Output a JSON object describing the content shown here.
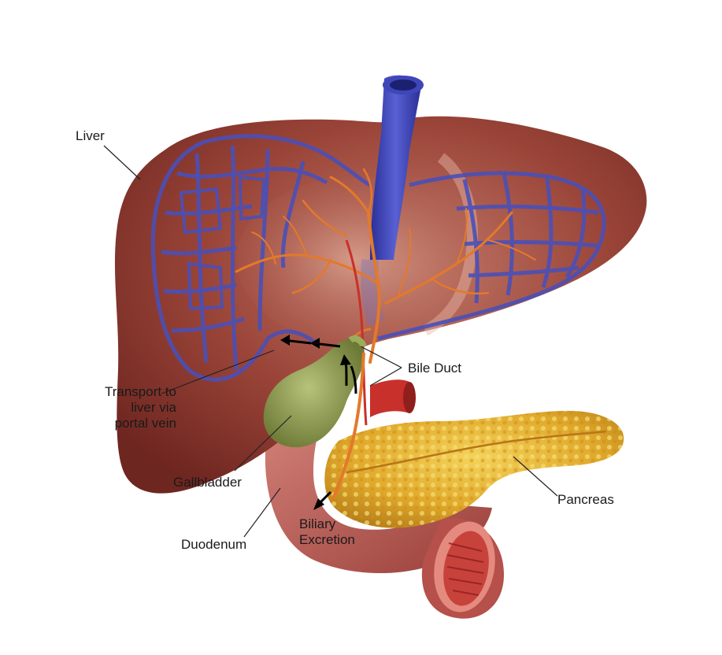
{
  "colors": {
    "liver": "#8f3a33",
    "liver_highlight": "#c26a5c",
    "portal_vein": "#4a50b8",
    "vena_cava": "#2f36a8",
    "bile_duct": "#e3792a",
    "gallbladder": "#8a9a4c",
    "pancreas": "#e0a82a",
    "duodenum": "#b85a55",
    "artery": "#c8302c",
    "leader_line": "#222222",
    "arrow": "#000000"
  },
  "labels": {
    "liver": "Liver",
    "bile_duct": "Bile Duct",
    "transport": [
      "Transport to",
      "liver via",
      "portal vein"
    ],
    "gallbladder": "Gallbladder",
    "pancreas": "Pancreas",
    "duodenum": "Duodenum",
    "biliary": [
      "Biliary",
      "Excretion"
    ]
  }
}
